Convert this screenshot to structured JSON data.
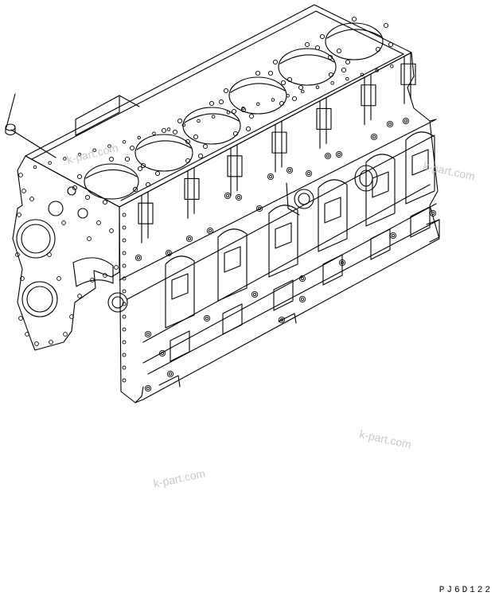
{
  "drawing": {
    "code": "PJ6D122",
    "watermarks": [
      "k-part.com",
      "k-part.com",
      "k-part.com",
      "k-part.com"
    ],
    "line_color": "#000000",
    "watermark_color": "#c9c9c9",
    "background": "#ffffff"
  }
}
